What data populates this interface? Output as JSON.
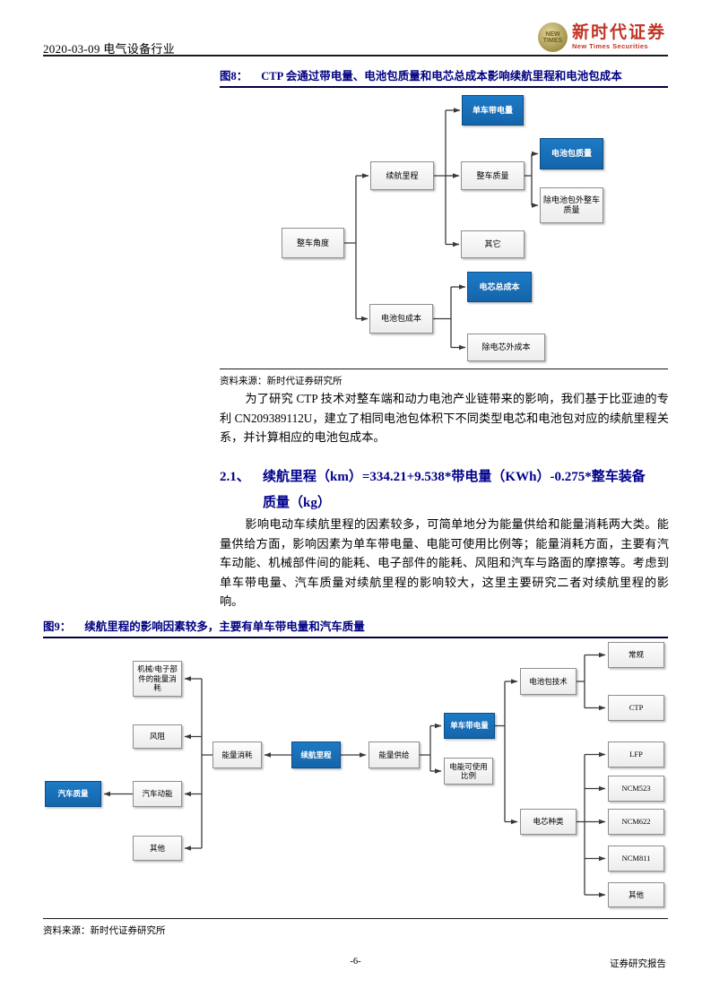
{
  "header": {
    "date_industry": "2020-03-09  电气设备行业",
    "logo": {
      "seal_line1": "NEW",
      "seal_line2": "TIMES",
      "brand_cn": "新时代证券",
      "brand_en": "New Times Securities"
    }
  },
  "colors": {
    "accent_blue": "#1569B2",
    "heading_navy": "#000080",
    "brand_red": "#C03425"
  },
  "figure8": {
    "label": "图8：",
    "title": "CTP 会通过带电量、电池包质量和电芯总成本影响续航里程和电池包成本",
    "source": "资料来源：新时代证券研究所",
    "nodes": {
      "vehicle_perspective": "整车角度",
      "driving_range": "续航里程",
      "vehicle_battery_capacity": "单车带电量",
      "vehicle_mass": "整车质量",
      "others": "其它",
      "battery_pack_mass": "电池包质量",
      "non_battery_vehicle_mass": "除电池包外整车质量",
      "battery_pack_cost": "电池包成本",
      "cell_total_cost": "电芯总成本",
      "non_cell_cost": "除电芯外成本"
    }
  },
  "paragraphs": {
    "p1": "为了研究 CTP 技术对整车端和动力电池产业链带来的影响，我们基于比亚迪的专利 CN209389112U，建立了相同电池包体积下不同类型电芯和电池包对应的续航里程关系，并计算相应的电池包成本。",
    "p2": "影响电动车续航里程的因素较多，可简单地分为能量供给和能量消耗两大类。能量供给方面，影响因素为单车带电量、电能可使用比例等；能量消耗方面，主要有汽车动能、机械部件间的能耗、电子部件的能耗、风阻和汽车与路面的摩擦等。考虑到单车带电量、汽车质量对续航里程的影响较大，这里主要研究二者对续航里程的影响。"
  },
  "section": {
    "number": "2.1、",
    "line1": "续航里程（km）=334.21+9.538*带电量（KWh）-0.275*整车装备",
    "line2": "质量（kg）"
  },
  "figure9": {
    "label": "图9：",
    "title": "续航里程的影响因素较多，主要有单车带电量和汽车质量",
    "source": "资料来源：新时代证券研究所",
    "nodes": {
      "mech_elec_consumption": "机械/电子部件的能量消耗",
      "wind_resistance": "风阻",
      "kinetic_energy": "汽车动能",
      "others_left": "其他",
      "vehicle_weight": "汽车质量",
      "energy_consumption": "能量消耗",
      "driving_range": "续航里程",
      "energy_supply": "能量供给",
      "vehicle_battery_capacity": "单车带电量",
      "usable_energy_ratio": "电能可使用比例",
      "pack_technology": "电池包技术",
      "cell_type": "电芯种类",
      "conventional": "常规",
      "ctp": "CTP",
      "lfp": "LFP",
      "ncm523": "NCM523",
      "ncm622": "NCM622",
      "ncm811": "NCM811",
      "others_right": "其他"
    }
  },
  "footer": {
    "page_number": "-6-",
    "report_type": "证券研究报告"
  }
}
